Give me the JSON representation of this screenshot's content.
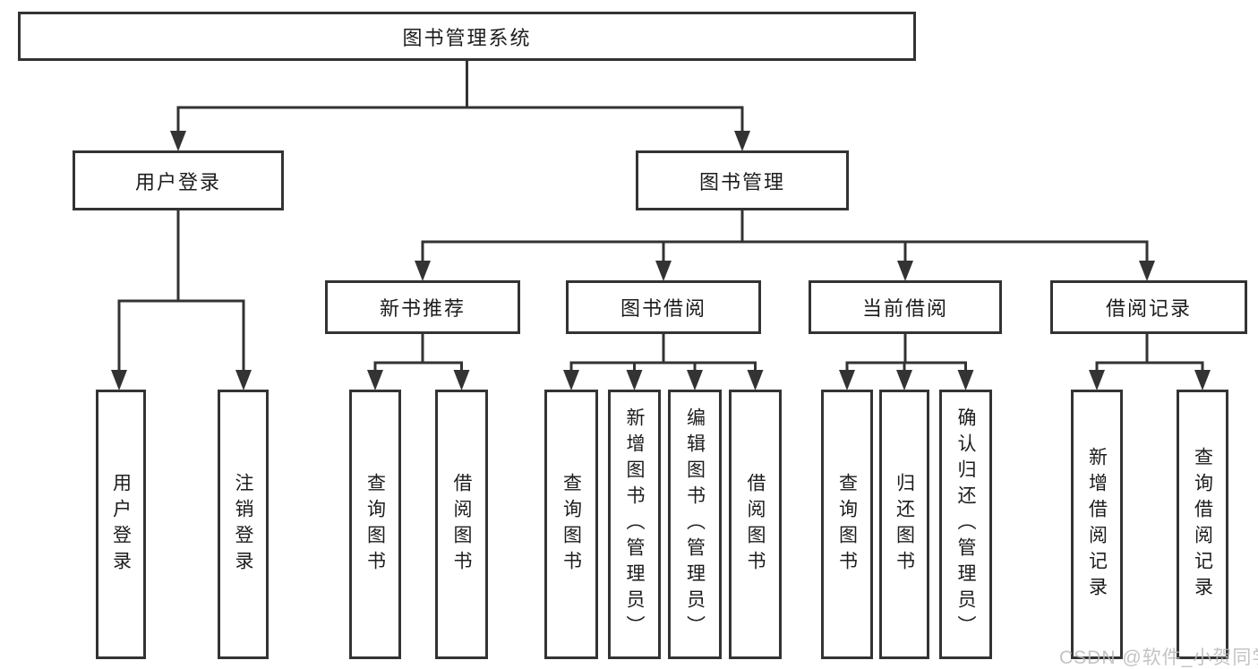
{
  "tree": {
    "root": {
      "label": "图书管理系统"
    },
    "branches": [
      {
        "label": "用户登录",
        "children": [
          {
            "label": "用户登录"
          },
          {
            "label": "注销登录"
          }
        ]
      },
      {
        "label": "图书管理",
        "children": [
          {
            "label": "新书推荐",
            "children": [
              {
                "label": "查询图书"
              },
              {
                "label": "借阅图书"
              }
            ]
          },
          {
            "label": "图书借阅",
            "children": [
              {
                "label": "查询图书"
              },
              {
                "label": "新增图书（管理员）"
              },
              {
                "label": "编辑图书（管理员）"
              },
              {
                "label": "借阅图书"
              }
            ]
          },
          {
            "label": "当前借阅",
            "children": [
              {
                "label": "查询图书"
              },
              {
                "label": "归还图书"
              },
              {
                "label": "确认归还（管理员）"
              }
            ]
          },
          {
            "label": "借阅记录",
            "children": [
              {
                "label": "新增借阅记录"
              },
              {
                "label": "查询借阅记录"
              }
            ]
          }
        ]
      }
    ]
  },
  "watermark": "CSDN @软件_小贺同学",
  "colors": {
    "line": "#333333",
    "box_border": "#333333",
    "text": "#1c1c1c",
    "watermark": "#b9b9b9",
    "background": "#ffffff"
  }
}
